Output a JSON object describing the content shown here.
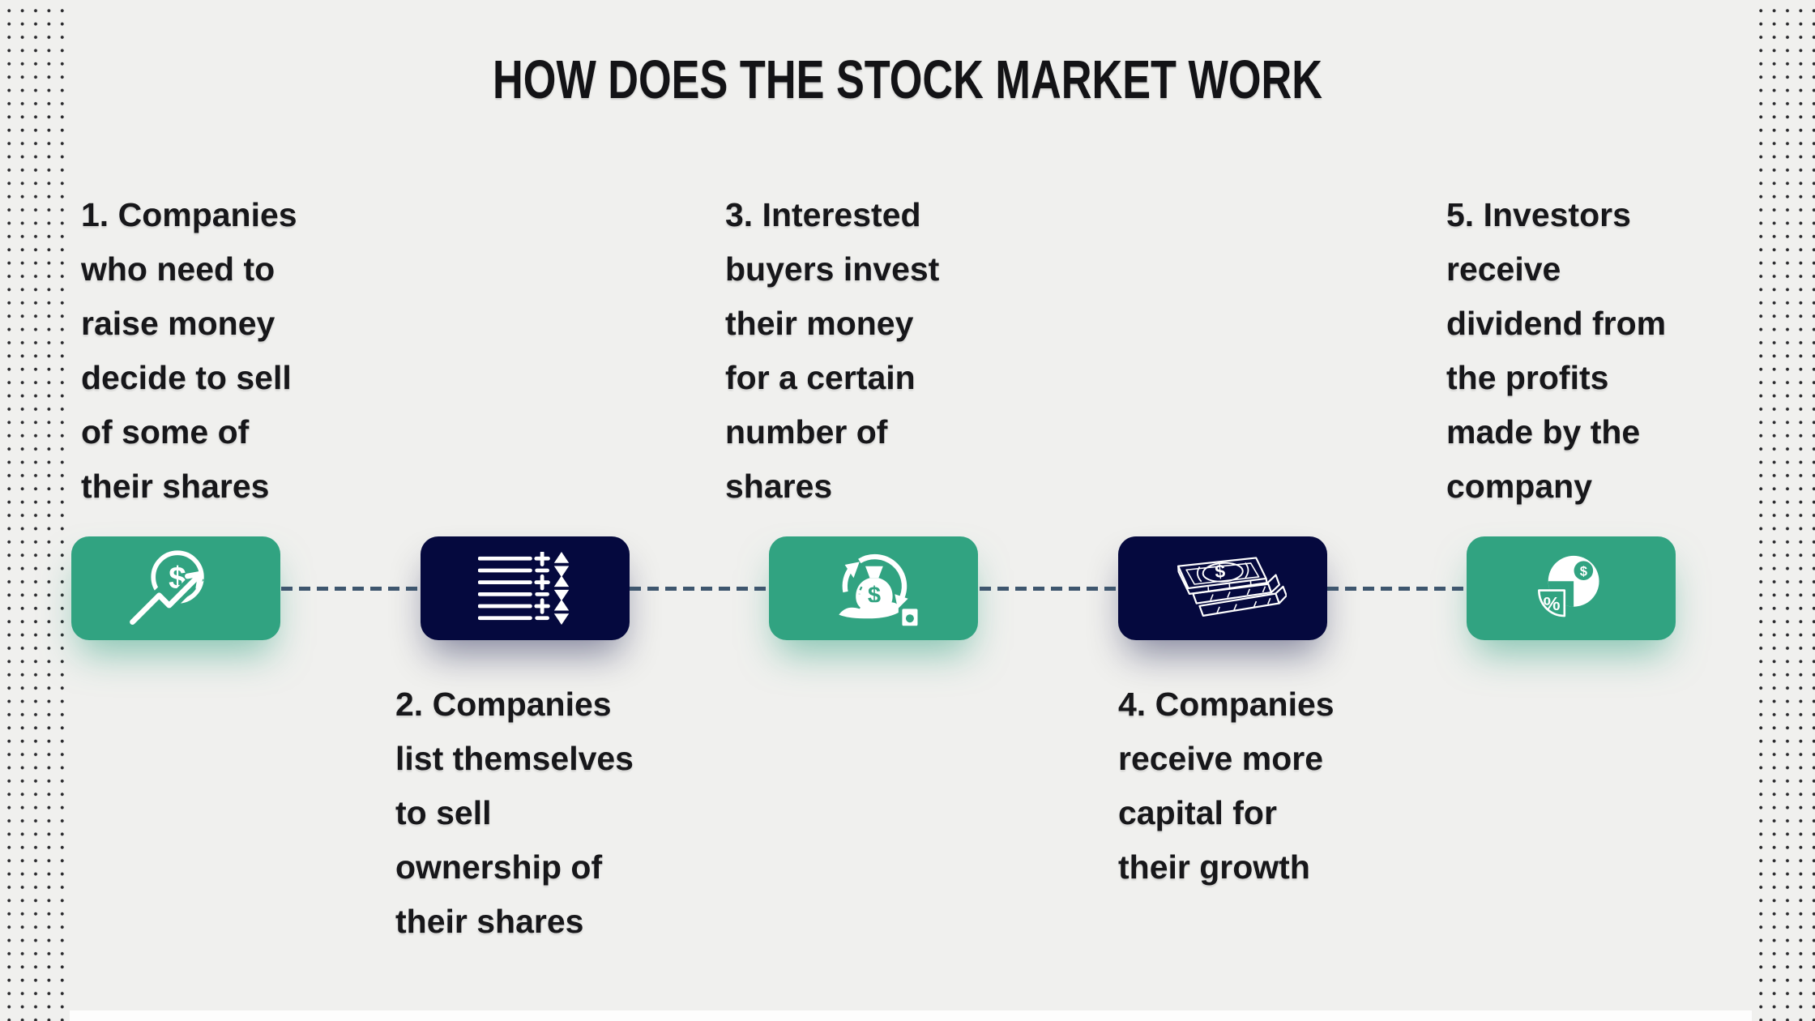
{
  "title": "HOW DOES THE STOCK MARKET WORK",
  "colors": {
    "background": "#f0f0ee",
    "accent_green": "#31a381",
    "accent_navy": "#05093e",
    "connector_dash": "#3e566e",
    "text": "#17171a"
  },
  "steps": [
    {
      "icon": "dollar-growth-icon",
      "box_color": "green",
      "lines": [
        "1. Companies",
        "who need to",
        "raise money",
        "decide to sell",
        "of some of",
        "their shares"
      ]
    },
    {
      "icon": "stock-list-icon",
      "box_color": "navy",
      "lines": [
        "2. Companies",
        "list themselves",
        "to sell",
        "ownership of",
        "their shares"
      ]
    },
    {
      "icon": "money-bag-hand-icon",
      "box_color": "green",
      "lines": [
        "3. Interested",
        "buyers invest",
        "their money",
        "for a certain",
        "number of",
        "shares"
      ]
    },
    {
      "icon": "money-stack-icon",
      "box_color": "navy",
      "lines": [
        "4. Companies",
        "receive more",
        "capital for",
        "their growth"
      ]
    },
    {
      "icon": "dividend-pie-icon",
      "box_color": "green",
      "lines": [
        "5. Investors",
        "receive",
        "dividend from",
        "the profits",
        "made by the",
        "company"
      ]
    }
  ]
}
